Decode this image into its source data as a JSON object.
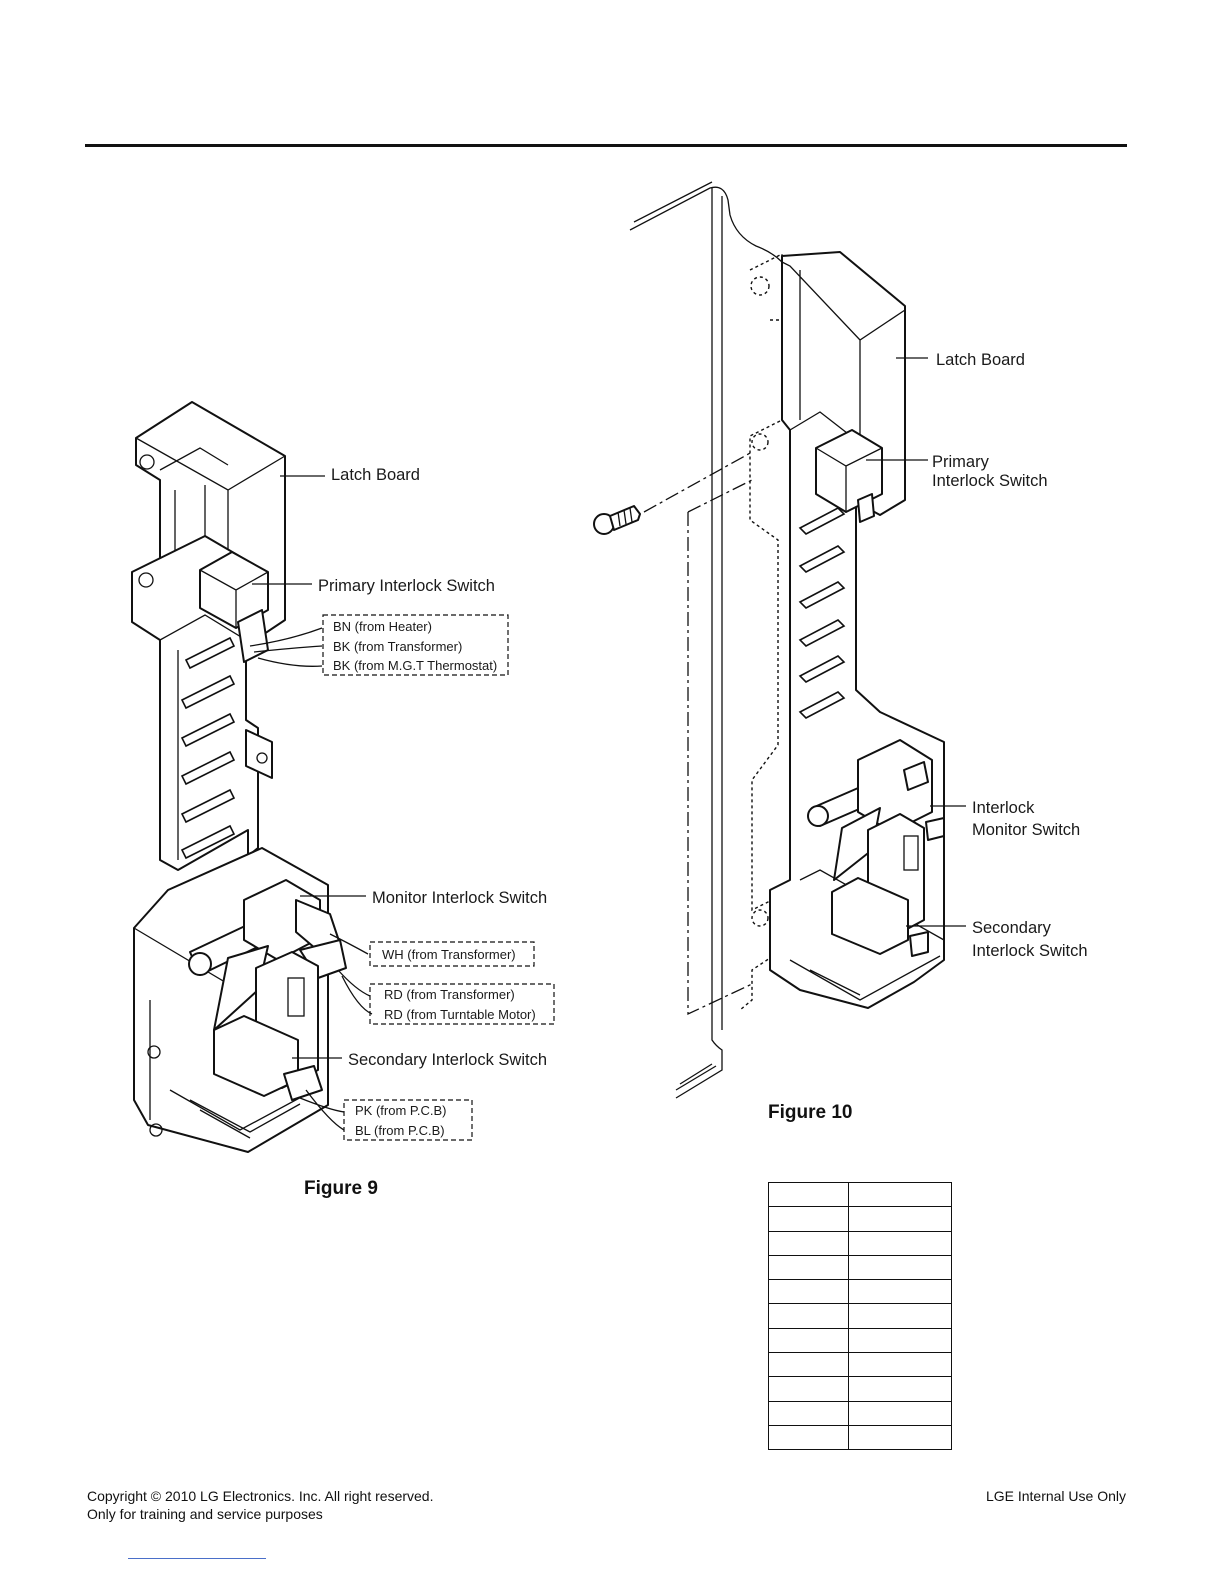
{
  "figure9": {
    "caption": "Figure 9",
    "labels": {
      "latch_board": "Latch Board",
      "primary": "Primary Interlock Switch",
      "monitor": "Monitor Interlock Switch",
      "secondary": "Secondary Interlock Switch"
    },
    "wires": {
      "primary": [
        "BN (from Heater)",
        "BK (from Transformer)",
        "BK (from M.G.T Thermostat)"
      ],
      "monitor_wh": [
        "WH (from Transformer)"
      ],
      "monitor_rd": [
        "RD (from Transformer)",
        "RD (from Turntable Motor)"
      ],
      "secondary": [
        "PK (from P.C.B)",
        "BL (from P.C.B)"
      ]
    }
  },
  "figure10": {
    "caption": "Figure 10",
    "labels": {
      "latch_board": "Latch Board",
      "primary_l1": "Primary",
      "primary_l2": "Interlock Switch",
      "monitor_l1": "Interlock",
      "monitor_l2": "Monitor Switch",
      "secondary_l1": "Secondary",
      "secondary_l2": "Interlock Switch"
    }
  },
  "table": {
    "rows": 11,
    "cols": 2
  },
  "footer": {
    "copyright": "Copyright © 2010 LG Electronics. Inc. All right reserved.",
    "purpose": "Only for training and service purposes",
    "internal": "LGE Internal Use Only"
  }
}
